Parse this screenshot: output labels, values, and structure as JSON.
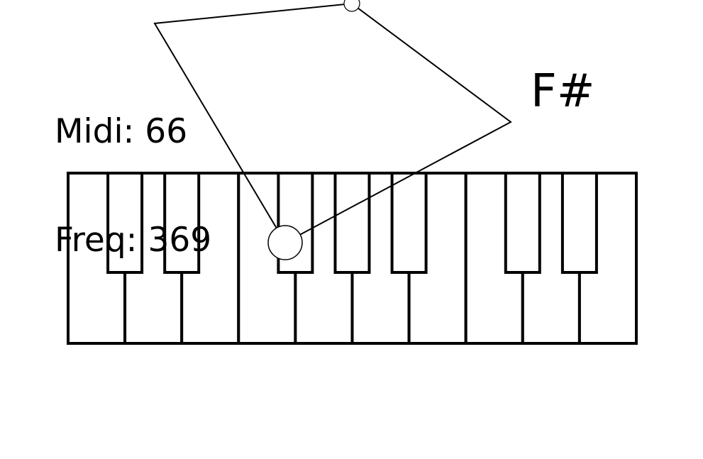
{
  "readout": {
    "midi_label": "Midi:",
    "midi_value": "66",
    "freq_label": "Freq:",
    "freq_value": "369"
  },
  "note": {
    "name": "F#"
  },
  "keyboard": {
    "white_key_count": 10,
    "black_keys_after_white_index": [
      0,
      1,
      3,
      4,
      5,
      7,
      8
    ],
    "active_key": "black-2"
  },
  "colors": {
    "background": "#ffffff",
    "stroke": "#000000"
  }
}
